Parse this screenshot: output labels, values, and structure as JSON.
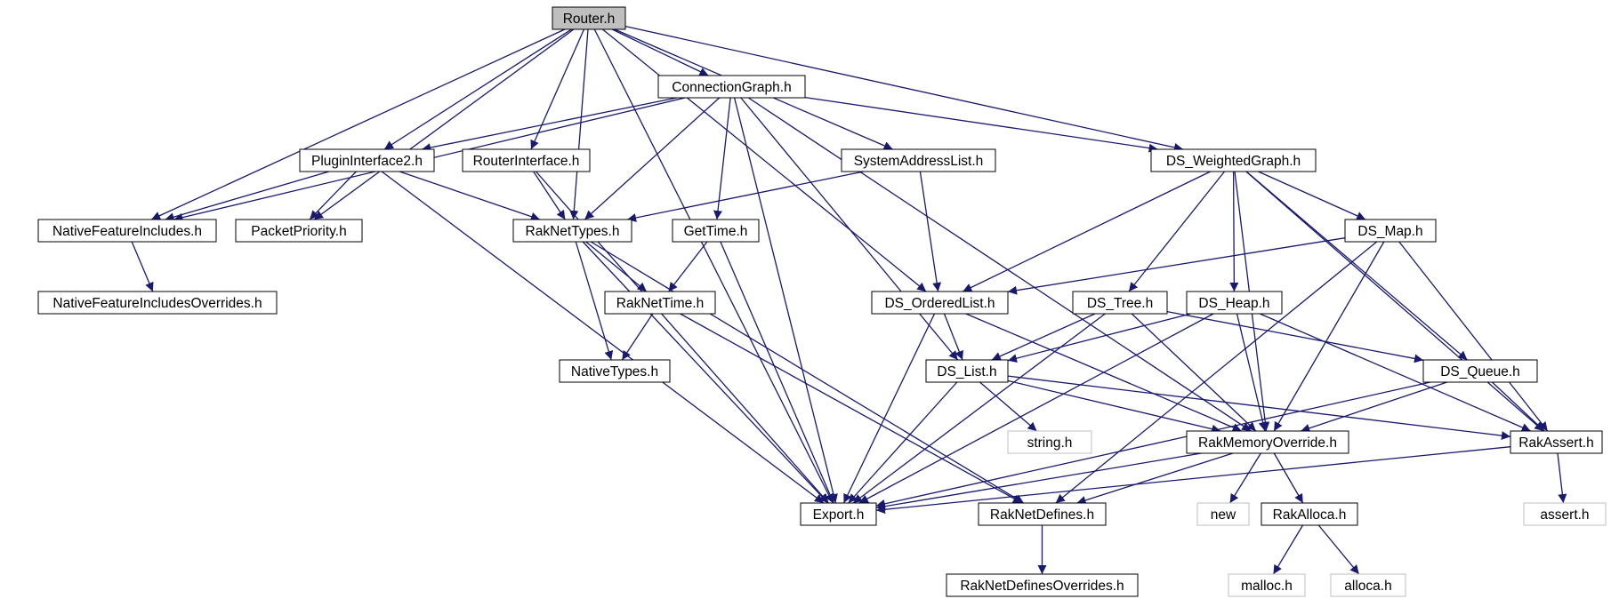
{
  "colors": {
    "edge": "#191970",
    "box": "#000000",
    "external_box": "#bfbfbf",
    "root_fill": "#bfbfbf",
    "text": "#000000"
  },
  "nodes": [
    {
      "id": "router",
      "label": "Router.h",
      "root": true
    },
    {
      "id": "connectiongraph",
      "label": "ConnectionGraph.h"
    },
    {
      "id": "plugininterface2",
      "label": "PluginInterface2.h"
    },
    {
      "id": "routerinterface",
      "label": "RouterInterface.h"
    },
    {
      "id": "systemaddresslist",
      "label": "SystemAddressList.h"
    },
    {
      "id": "dsweightedgraph",
      "label": "DS_WeightedGraph.h"
    },
    {
      "id": "nativefeatureincludes",
      "label": "NativeFeatureIncludes.h"
    },
    {
      "id": "packetpriority",
      "label": "PacketPriority.h"
    },
    {
      "id": "raknettypes",
      "label": "RakNetTypes.h"
    },
    {
      "id": "gettime",
      "label": "GetTime.h"
    },
    {
      "id": "dsmap",
      "label": "DS_Map.h"
    },
    {
      "id": "nativefeatureincludesoverrides",
      "label": "NativeFeatureIncludesOverrides.h"
    },
    {
      "id": "raknettime",
      "label": "RakNetTime.h"
    },
    {
      "id": "dsorderedlist",
      "label": "DS_OrderedList.h"
    },
    {
      "id": "dstree",
      "label": "DS_Tree.h"
    },
    {
      "id": "dsheap",
      "label": "DS_Heap.h"
    },
    {
      "id": "nativetypes",
      "label": "NativeTypes.h"
    },
    {
      "id": "dslist",
      "label": "DS_List.h"
    },
    {
      "id": "dsqueue",
      "label": "DS_Queue.h"
    },
    {
      "id": "string",
      "label": "string.h",
      "external": true
    },
    {
      "id": "rakmemoryoverride",
      "label": "RakMemoryOverride.h"
    },
    {
      "id": "rakassert",
      "label": "RakAssert.h"
    },
    {
      "id": "export",
      "label": "Export.h"
    },
    {
      "id": "raknetdefines",
      "label": "RakNetDefines.h"
    },
    {
      "id": "new",
      "label": "new",
      "external": true
    },
    {
      "id": "rakalloca",
      "label": "RakAlloca.h"
    },
    {
      "id": "assert",
      "label": "assert.h",
      "external": true
    },
    {
      "id": "raknetdefinesoverrides",
      "label": "RakNetDefinesOverrides.h"
    },
    {
      "id": "malloc",
      "label": "malloc.h",
      "external": true
    },
    {
      "id": "alloca",
      "label": "alloca.h",
      "external": true
    }
  ]
}
